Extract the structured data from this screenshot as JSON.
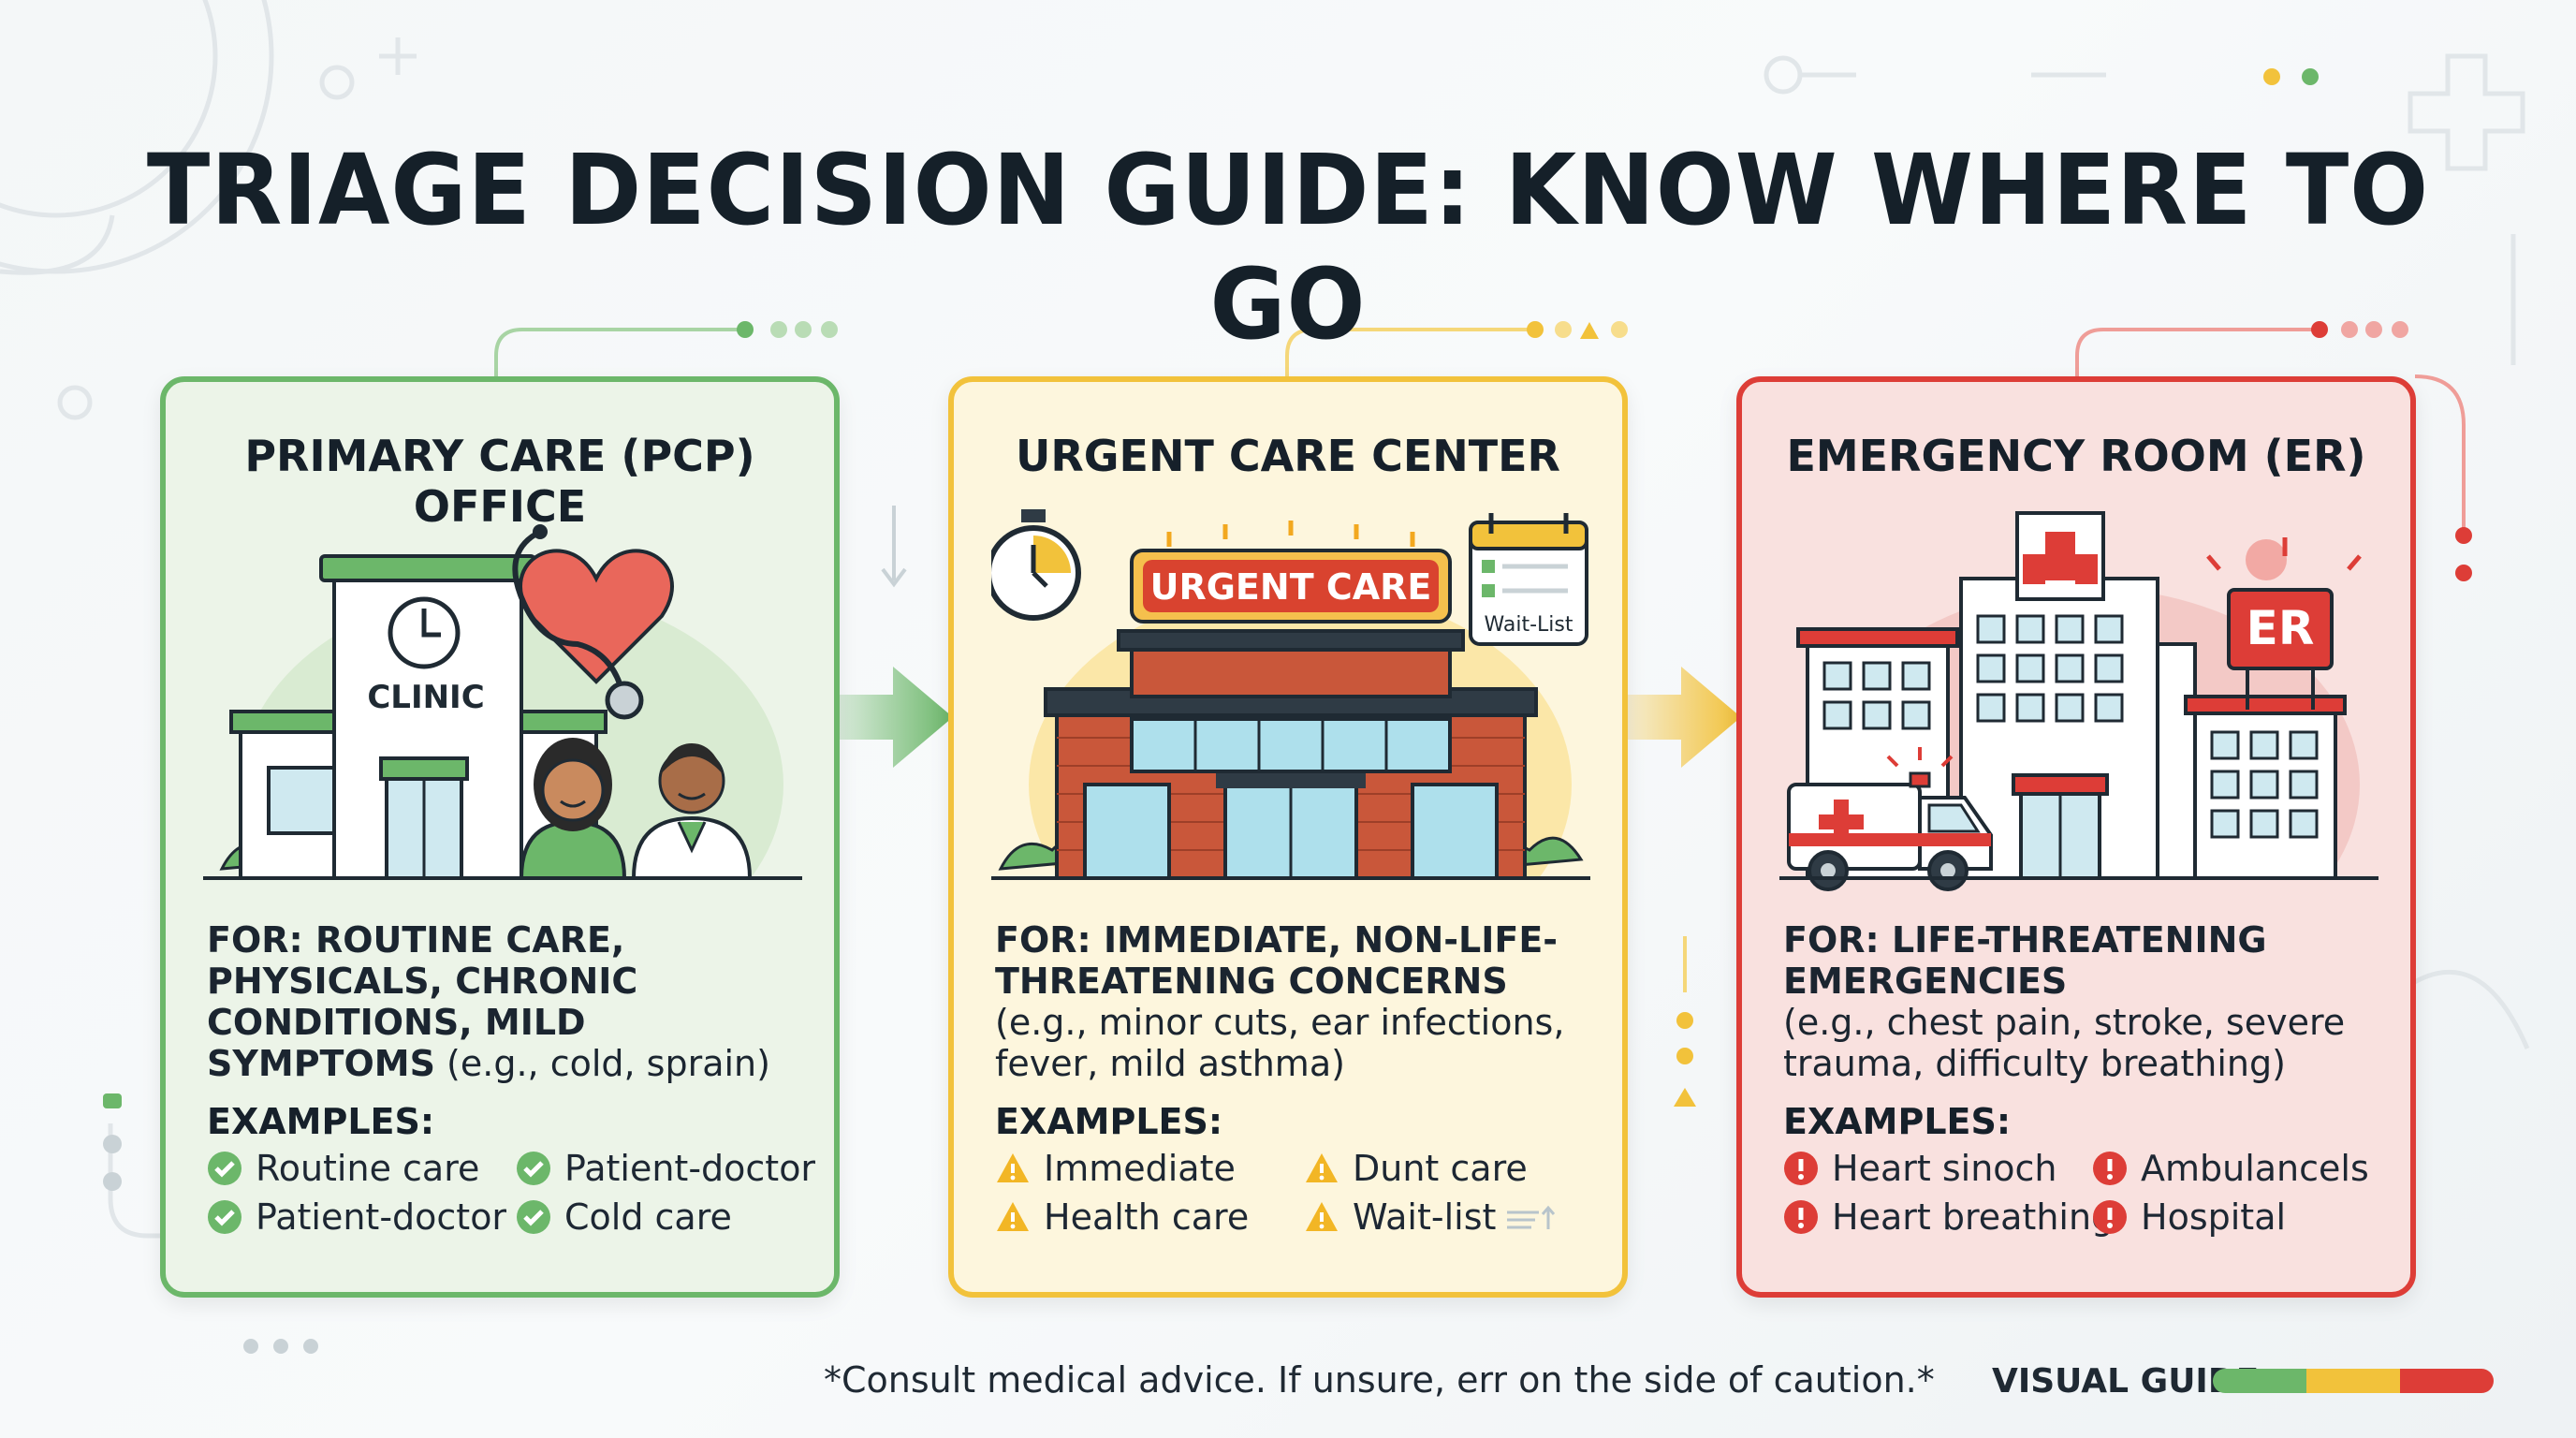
{
  "title": "TRIAGE DECISION GUIDE: KNOW WHERE TO GO",
  "colors": {
    "green": "#6cb76a",
    "yellow": "#f2c23b",
    "red": "#dd3d37",
    "ink": "#16202a"
  },
  "cards": [
    {
      "title": "PRIMARY CARE (PCP) OFFICE",
      "sign": "CLINIC",
      "for_bold": "FOR: ROUTINE CARE, PHYSICALS, CHRONIC CONDITIONS, MILD SYMPTOMS",
      "for_light": " (e.g., cold, sprain)",
      "examples_heading": "EXAMPLES:",
      "icon": "check-icon",
      "examples": [
        "Routine care",
        "Patient-doctor",
        "Patient-doctor",
        "Cold care"
      ]
    },
    {
      "title": "URGENT CARE CENTER",
      "sign": "URGENT CARE",
      "badge": "Wait-List",
      "for_bold": "FOR: IMMEDIATE, NON-LIFE-THREATENING CONCERNS",
      "for_light": "(e.g., minor cuts, ear infections, fever, mild asthma)",
      "examples_heading": "EXAMPLES:",
      "icon": "warning-icon",
      "examples": [
        "Immediate",
        "Dunt care",
        "Health care",
        "Wait-list"
      ]
    },
    {
      "title": "EMERGENCY ROOM (ER)",
      "sign": "ER",
      "for_bold": "FOR: LIFE-THREATENING EMERGENCIES",
      "for_light": "(e.g., chest pain, stroke, severe trauma, difficulty breathing)",
      "examples_heading": "EXAMPLES:",
      "icon": "alert-icon",
      "examples": [
        "Heart sinoch",
        "Ambulancels",
        "Heart breathing",
        "Hospital"
      ]
    }
  ],
  "footer_note": "*Consult medical advice. If unsure, err on the side of caution.*",
  "legend_label": "VISUAL GUIDE"
}
